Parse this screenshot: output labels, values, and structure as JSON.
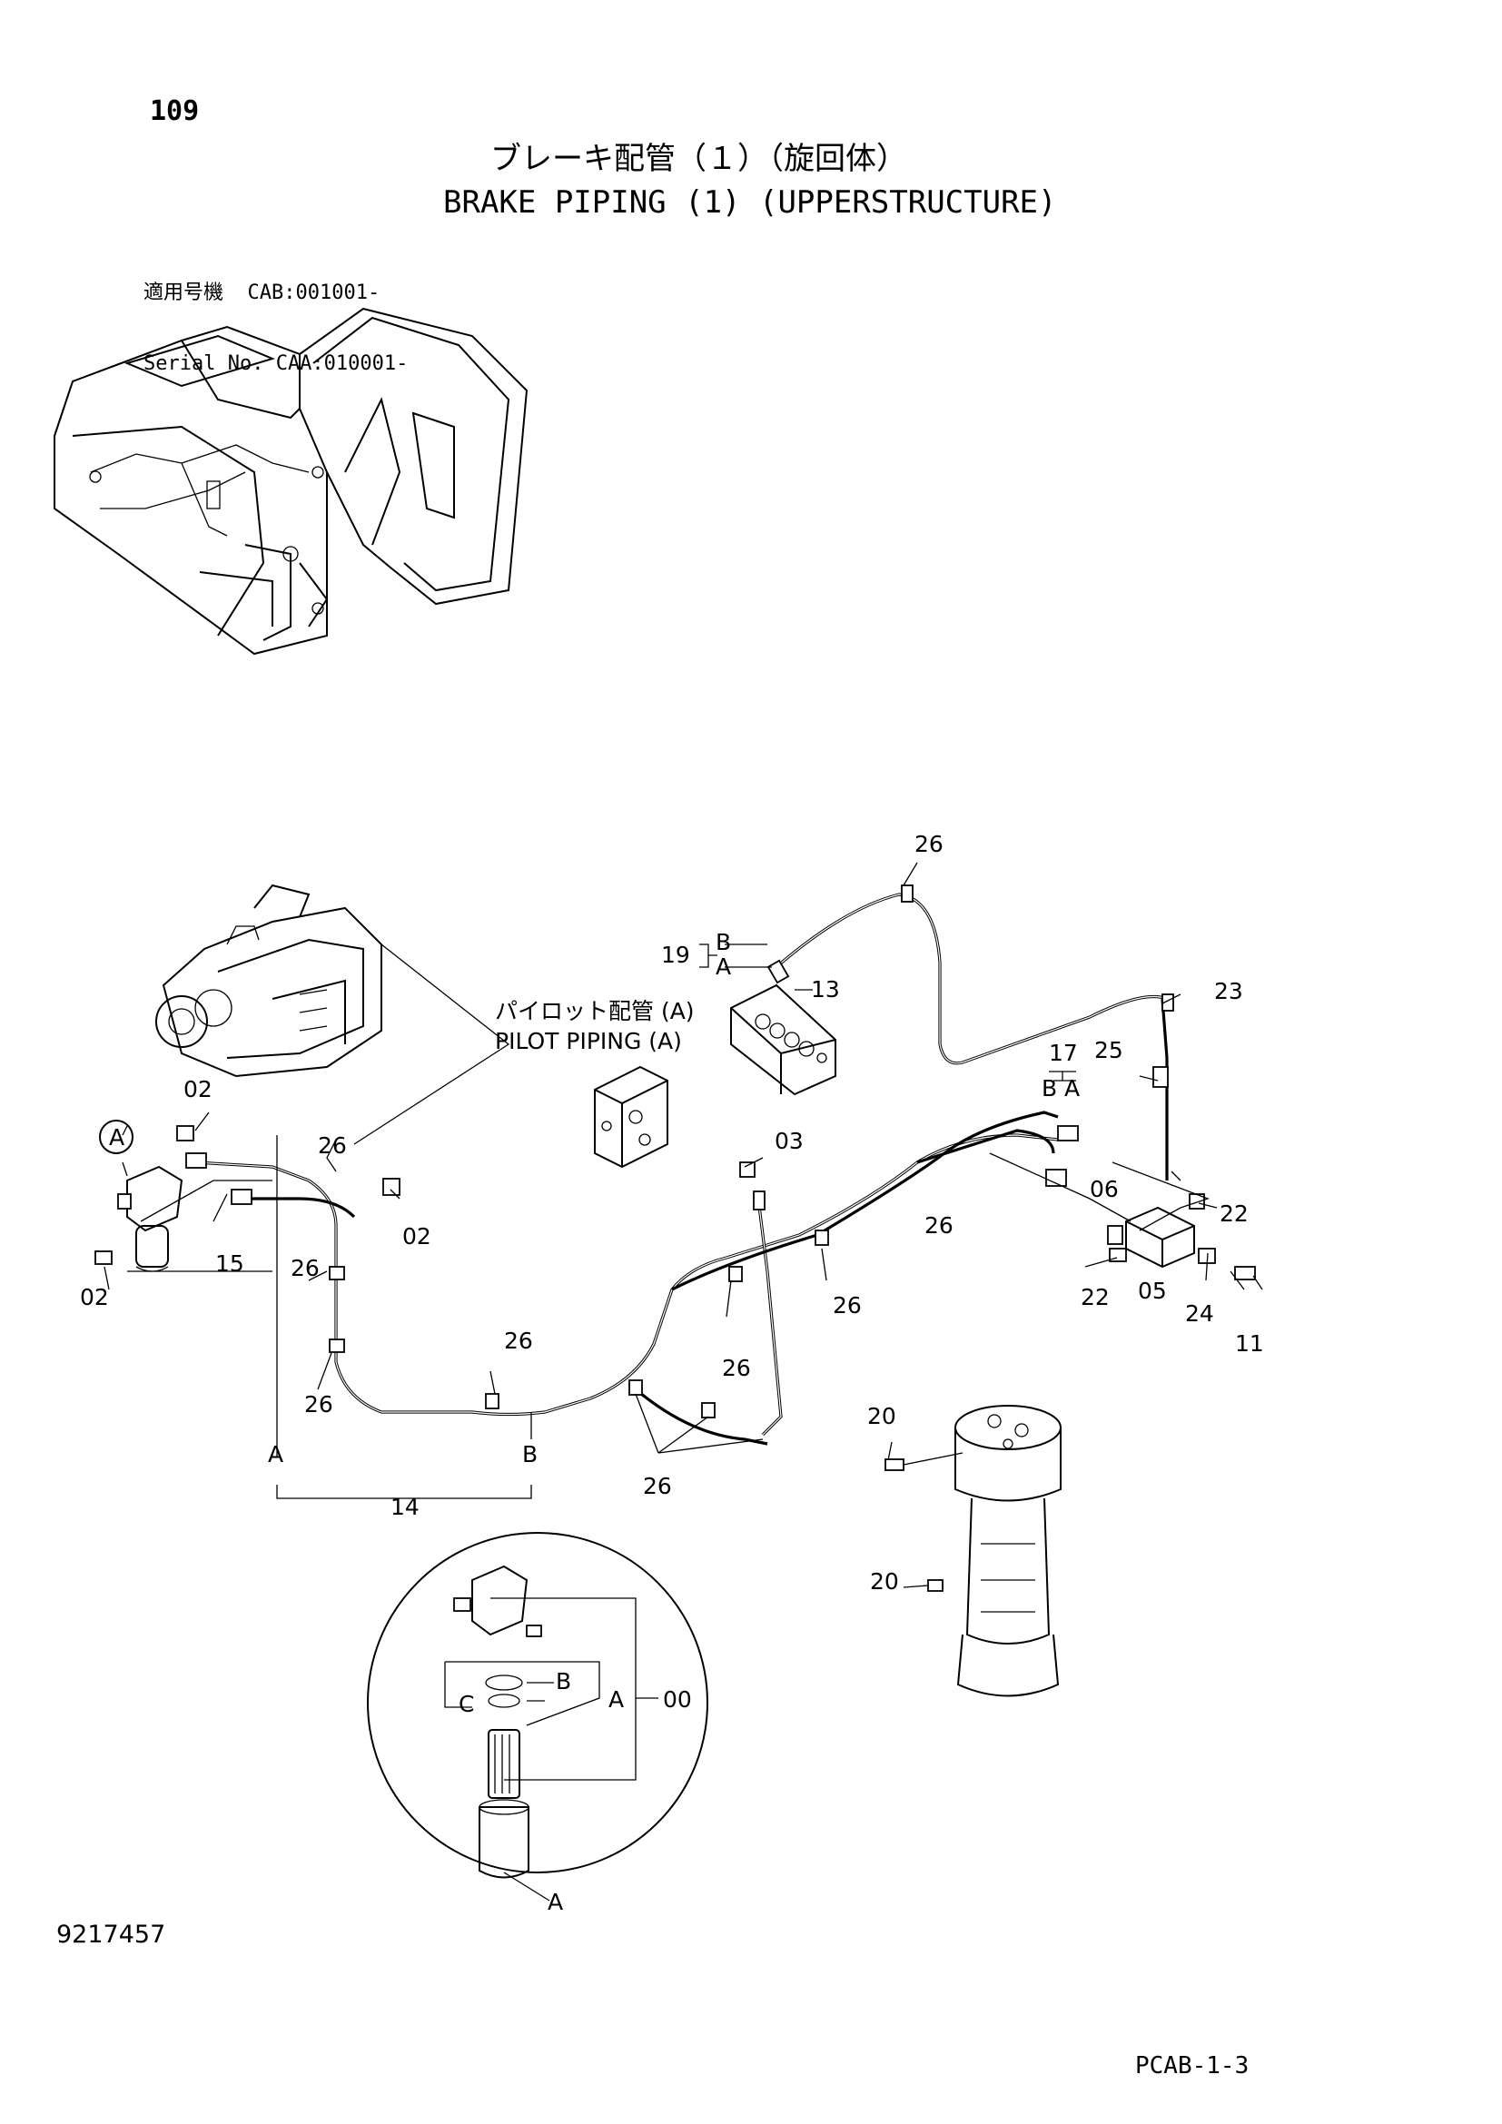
{
  "header": {
    "page_number": "109",
    "title_jp": "ブレーキ配管（１）（旋回体）",
    "title_en": "BRAKE PIPING (1) (UPPERSTRUCTURE)",
    "serial_line_1": "適用号機  CAB:001001-",
    "serial_line_2": "Serial No. CAA:010001-"
  },
  "diagram": {
    "pilot_piping_jp": "パイロット配管 (A)",
    "pilot_piping_en": "PILOT PIPING (A)",
    "callouts": {
      "c26_top": "26",
      "c19": "19",
      "c19_b": "B",
      "c19_a": "A",
      "c13": "13",
      "c23": "23",
      "c17": "17",
      "c17_b": "B",
      "c17_a": "A",
      "c25": "25",
      "c02_top": "02",
      "circle_a": "A",
      "c26_left_upper": "26",
      "c02_right": "02",
      "c03": "03",
      "c06": "06",
      "c22_right": "22",
      "c26_mid_right": "26",
      "c15": "15",
      "c26_left_mid": "26",
      "c02_bottom": "02",
      "c26_center_right": "26",
      "c22_bottom": "22",
      "c05": "05",
      "c24": "24",
      "c11": "11",
      "c26_center": "26",
      "c26_lower": "26",
      "c26_left_lower": "26",
      "end_a": "A",
      "end_b": "B",
      "c14": "14",
      "c26_bottom": "26",
      "c20_top": "20",
      "c20_bottom": "20",
      "detail_b": "B",
      "detail_c": "C",
      "detail_a": "A",
      "c00": "00",
      "detail_a_bottom": "A"
    }
  },
  "footer": {
    "document_number": "9217457",
    "page_code": "PCAB-1-3"
  }
}
